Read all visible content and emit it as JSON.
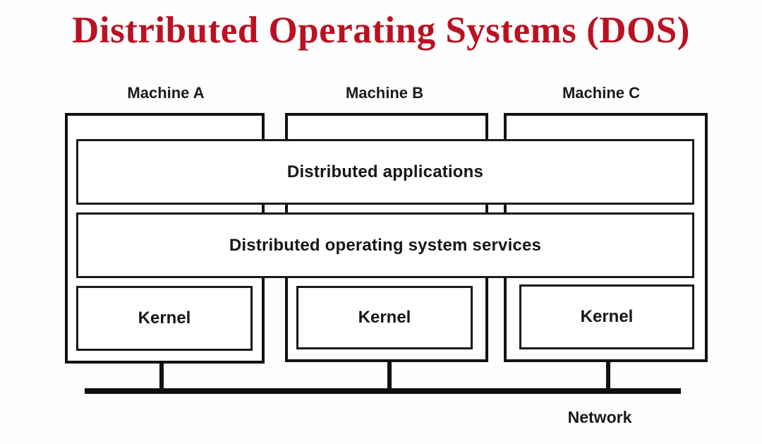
{
  "diagram": {
    "title": "Distributed Operating Systems (DOS)",
    "title_color": "#bb1122",
    "background_color": "#fefefe",
    "stroke_color": "#111111",
    "machines": [
      {
        "label": "Machine A",
        "kernel_label": "Kernel"
      },
      {
        "label": "Machine B",
        "kernel_label": "Kernel"
      },
      {
        "label": "Machine C",
        "kernel_label": "Kernel"
      }
    ],
    "layers": [
      {
        "name": "applications-layer",
        "label": "Distributed applications"
      },
      {
        "name": "services-layer",
        "label": "Distributed operating system services"
      }
    ],
    "network": {
      "label": "Network",
      "connection_count": 3
    }
  }
}
